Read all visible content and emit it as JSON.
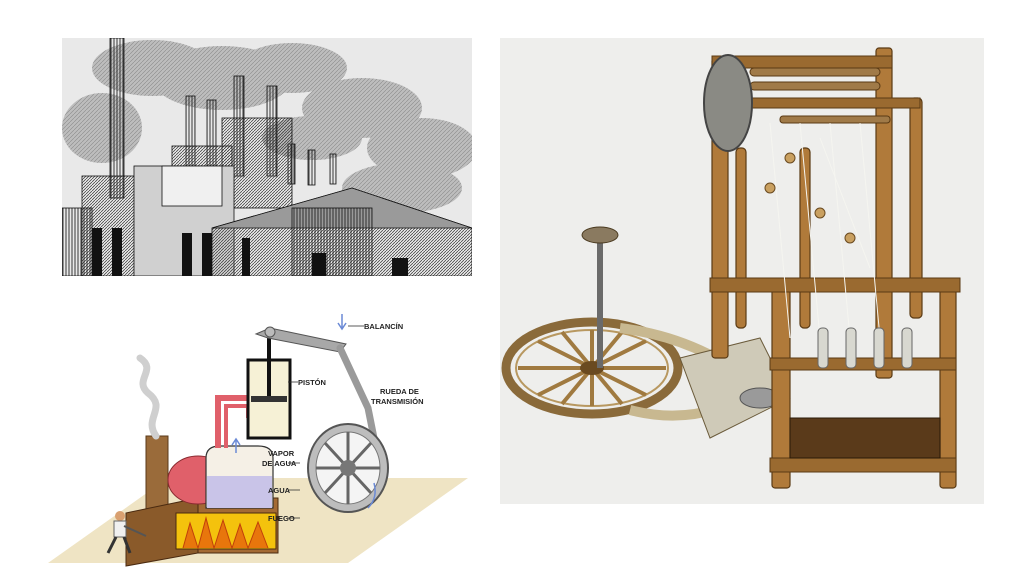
{
  "engine_labels": {
    "balancin": "BALANCÍN",
    "piston": "PISTÓN",
    "rueda_line1": "RUEDA DE",
    "rueda_line2": "TRANSMISIÓN",
    "vapor_line1": "VAPOR",
    "vapor_line2": "DE AGUA",
    "agua": "AGUA",
    "fuego": "FUEGO"
  },
  "colors": {
    "water": "#c9c4e8",
    "fire": "#f4c20d",
    "boiler_red": "#e0606a",
    "chimney": "#9a6b3a",
    "floor": "#efe4c4",
    "wood": "#b07a3a",
    "metal": "#8a8a8a"
  }
}
